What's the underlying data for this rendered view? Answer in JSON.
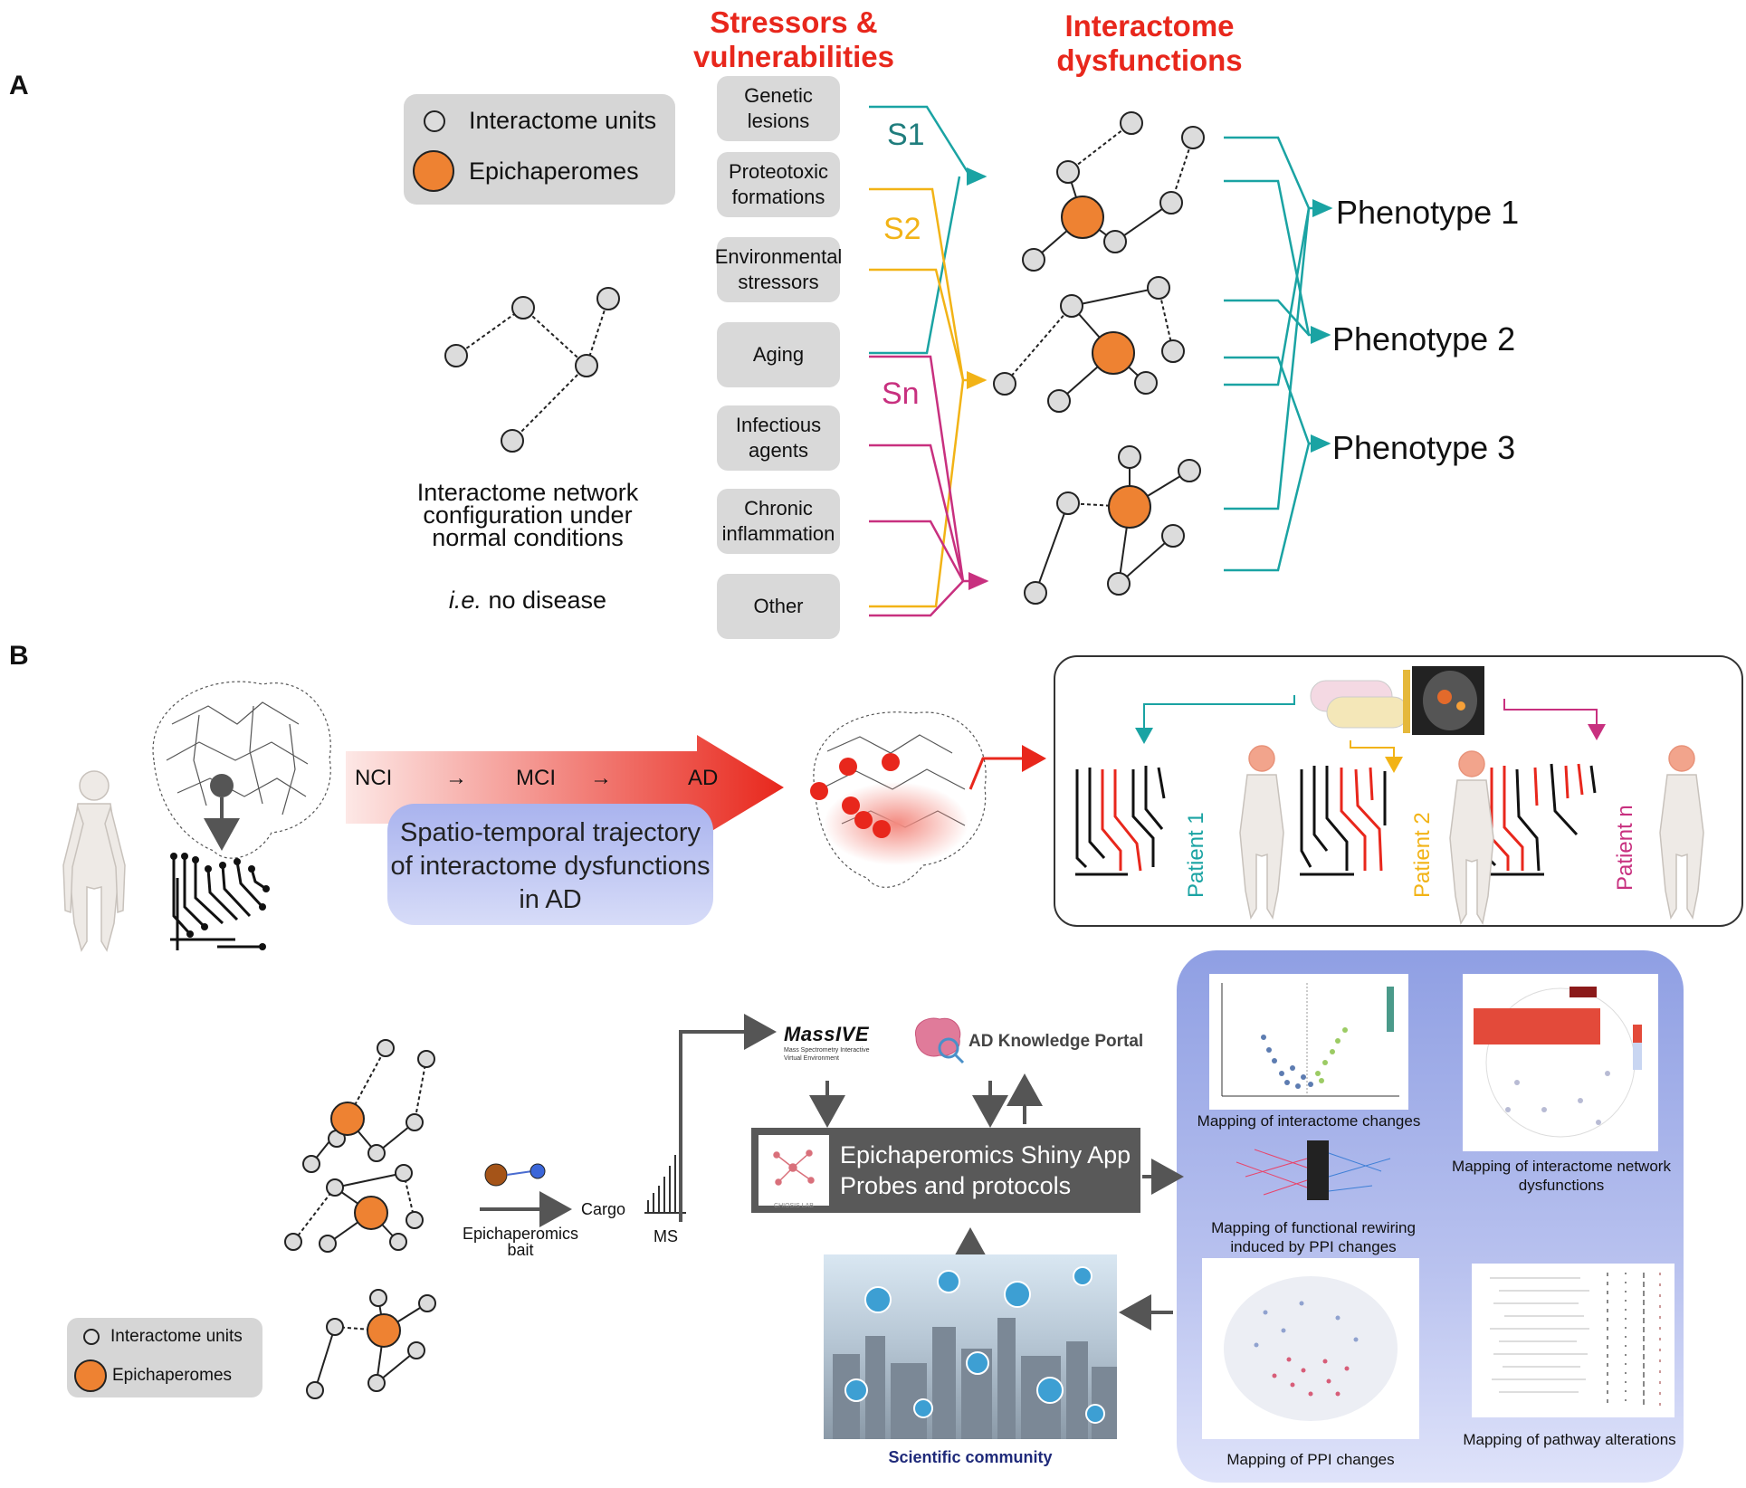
{
  "panel_a": {
    "letter": "A",
    "legend": {
      "units": "Interactome units",
      "epichaperomes": "Epichaperomes"
    },
    "normal_caption_1": "Interactome network configuration under normal conditions",
    "normal_caption_ie": "i.e.",
    "normal_caption_2": "no disease",
    "header_stressors": "Stressors & vulnerabilities",
    "header_dysfunctions": "Interactome dysfunctions",
    "stressors": [
      "Genetic lesions",
      "Proteotoxic formations",
      "Environmental stressors",
      "Aging",
      "Infectious agents",
      "Chronic inflammation",
      "Other"
    ],
    "stressor_groups": [
      "S1",
      "S2",
      "Sn"
    ],
    "phenotypes": [
      "Phenotype 1",
      "Phenotype 2",
      "Phenotype 3"
    ],
    "colors": {
      "s1": "#1aa3a3",
      "s2": "#f2b316",
      "sn": "#c8307f",
      "header": "#e8271c",
      "node": "#dcdcdc",
      "epichaperome": "#ee8232"
    }
  },
  "panel_b": {
    "letter": "B",
    "trajectory": [
      "NCI",
      "→",
      "MCI",
      "→",
      "AD"
    ],
    "spatio_text": "Spatio-temporal trajectory of interactome dysfunctions in AD",
    "patients": [
      "Patient 1",
      "Patient 2",
      "Patient n"
    ],
    "legend": {
      "units": "Interactome units",
      "epichaperomes": "Epichaperomes"
    },
    "bait_label": "Epichaperomics bait",
    "cargo_label": "Cargo",
    "ms_label": "MS",
    "massive_title": "MassIVE",
    "massive_sub": "Mass Spectrometry Interactive Virtual Environment",
    "ad_portal": "AD Knowledge Portal",
    "shiny_line1": "Epichaperomics Shiny App",
    "shiny_line2": "Probes and protocols",
    "lab_logo": "CHIOSIS LAB",
    "community": "Scientific community",
    "maps": {
      "interactome_changes": "Mapping of interactome changes",
      "network_dysfunctions": "Mapping of interactome network dysfunctions",
      "functional_rewiring": "Mapping of functional rewiring induced by PPI changes",
      "ppi_changes": "Mapping of PPI changes",
      "pathway_alterations": "Mapping of pathway alterations"
    }
  }
}
